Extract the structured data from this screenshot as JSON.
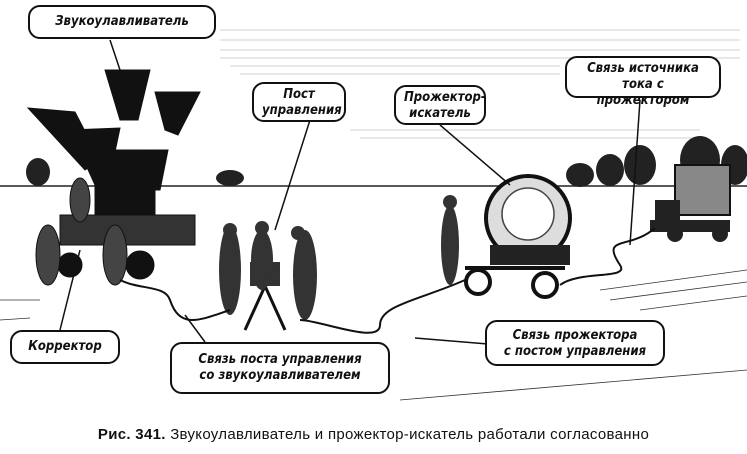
{
  "labels": {
    "sound_locator": "Звукоулавливатель",
    "control_post": [
      "Пост",
      "управления"
    ],
    "searchlight": [
      "Прожектор-",
      "искатель"
    ],
    "power_link": [
      "Связь источника",
      "тока с прожектором"
    ],
    "corrector": "Корректор",
    "post_locator_link": [
      "Связь поста управления",
      "со звукоулавливателем"
    ],
    "searchlight_post_link": [
      "Связь прожектора",
      "с постом управления"
    ]
  },
  "caption": {
    "number": "Рис. 341.",
    "text": "Звукоулавливатель и прожектор-искатель работали согласованно"
  }
}
